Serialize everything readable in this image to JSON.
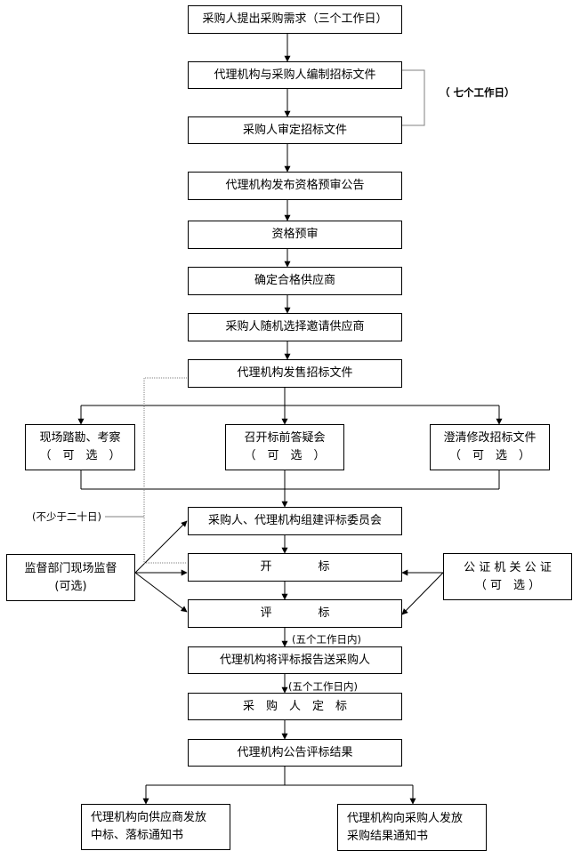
{
  "diagram": {
    "main_flow": [
      {
        "id": "step1",
        "text": "采购人提出采购需求（三个工作日）"
      },
      {
        "id": "step2",
        "text": "代理机构与采购人编制招标文件"
      },
      {
        "id": "step3",
        "text": "采购人审定招标文件"
      },
      {
        "id": "step4",
        "text": "代理机构发布资格预审公告"
      },
      {
        "id": "step5",
        "text": "资格预审"
      },
      {
        "id": "step6",
        "text": "确定合格供应商"
      },
      {
        "id": "step7",
        "text": "采购人随机选择邀请供应商"
      },
      {
        "id": "step8",
        "text": "代理机构发售招标文件"
      },
      {
        "id": "step9",
        "text": "采购人、代理机构组建评标委员会"
      },
      {
        "id": "step10",
        "text": "开　　　　标"
      },
      {
        "id": "step11",
        "text": "评　　　　标"
      },
      {
        "id": "step12",
        "text": "代理机构将评标报告送采购人"
      },
      {
        "id": "step13",
        "text": "采　购　人　定　标"
      },
      {
        "id": "step14",
        "text": "代理机构公告评标结果"
      }
    ],
    "optional_branches": [
      {
        "line1": "现场踏勘、考察",
        "line2": "（　可　选　）"
      },
      {
        "line1": "召开标前答疑会",
        "line2": "（　可　选　）"
      },
      {
        "line1": "澄清修改招标文件",
        "line2": "（　可　选　）"
      }
    ],
    "side_boxes": {
      "supervision": {
        "line1": "监督部门现场监督",
        "line2": "(可选)"
      },
      "notary": {
        "line1": "公 证 机 关 公 证",
        "line2": "（ 可　选 ）"
      }
    },
    "final_boxes": [
      {
        "line1": "代理机构向供应商发放",
        "line2": "中标、落标通知书"
      },
      {
        "line1": "代理机构向采购人发放",
        "line2": "采购结果通知书"
      }
    ],
    "annotations": {
      "seven_days": "（ 七个工作日）",
      "twenty_days": "(不少于二十日)",
      "five_days_1": "(五个工作日内)",
      "five_days_2": "(五个工作日内)"
    },
    "colors": {
      "line": "#000000",
      "bracket": "#808080"
    }
  }
}
